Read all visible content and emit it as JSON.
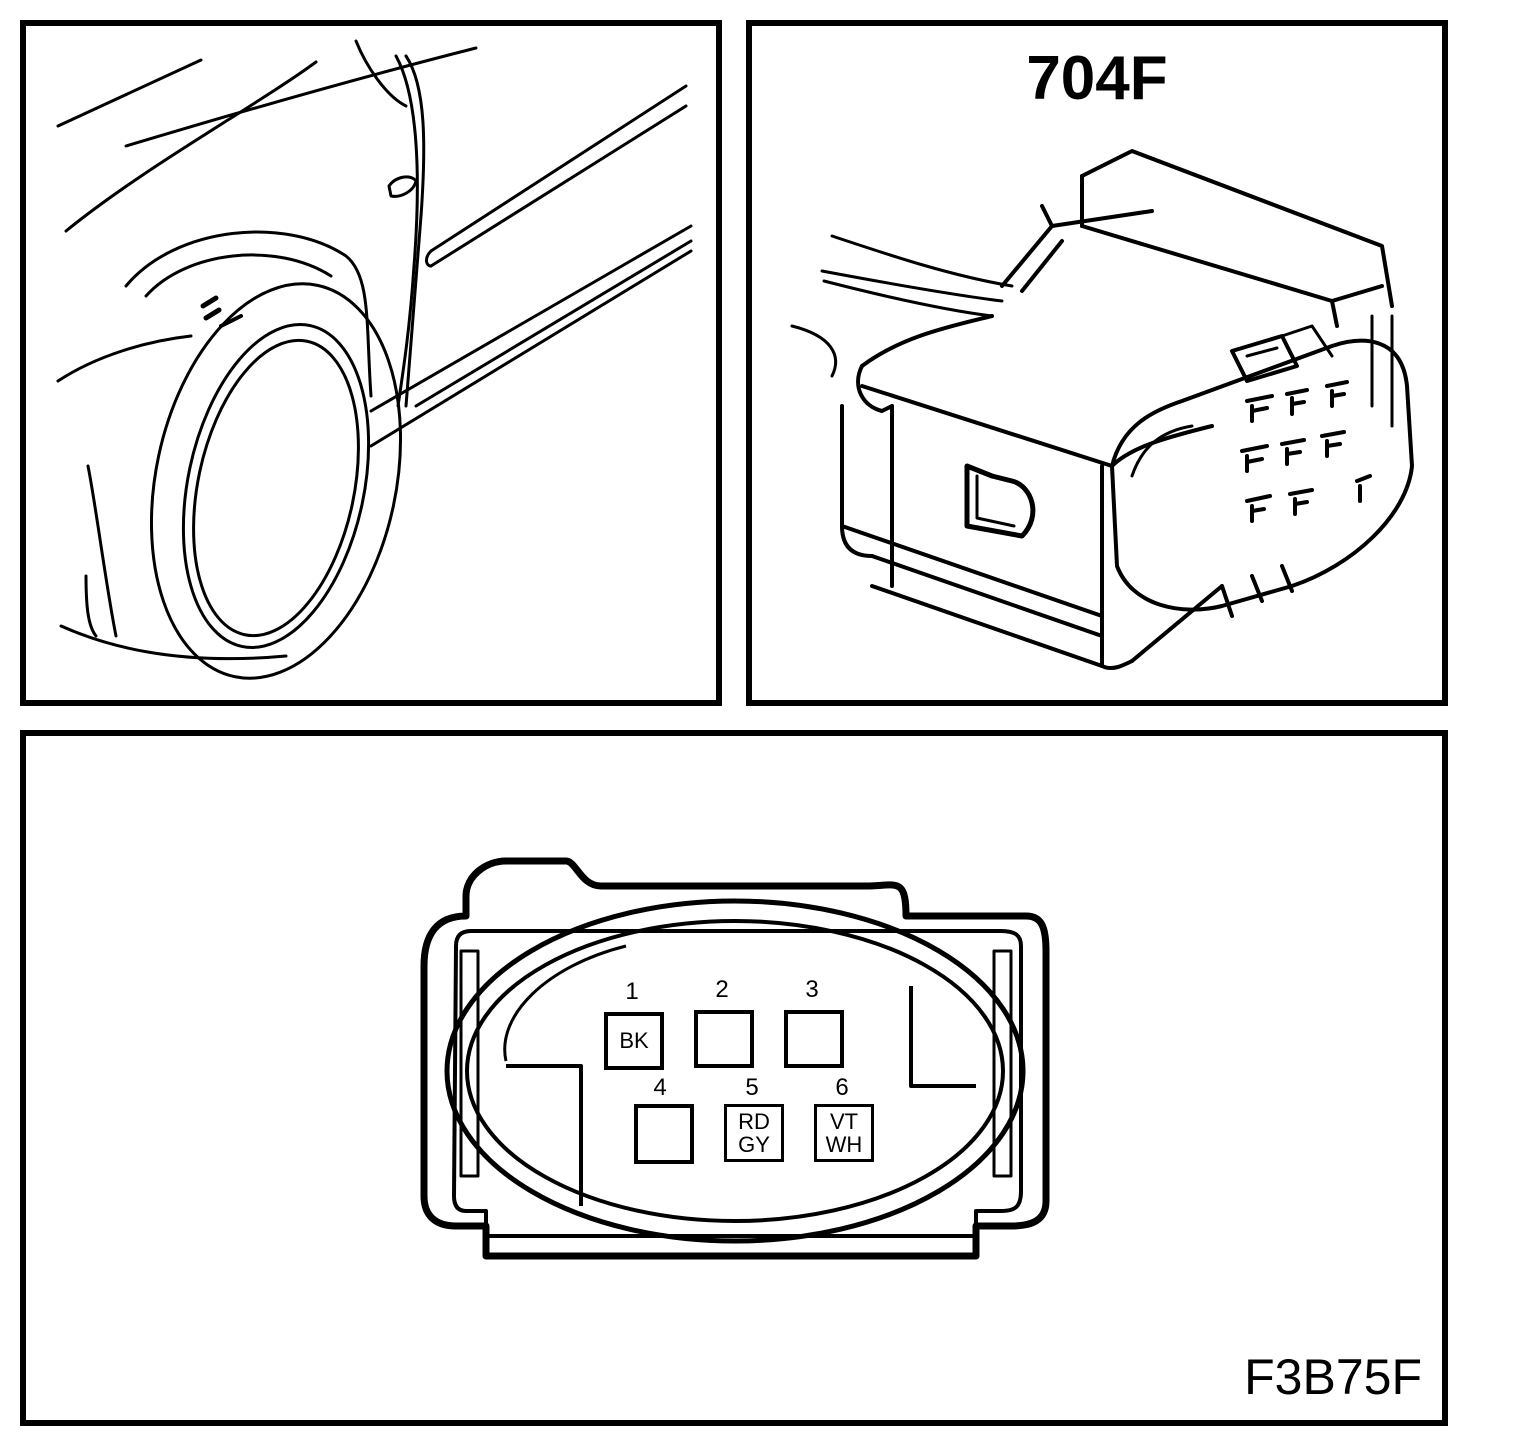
{
  "connector": {
    "id": "704F",
    "figure_code": "F3B75F"
  },
  "pins": [
    {
      "number": "1",
      "color_1": "BK",
      "color_2": ""
    },
    {
      "number": "2",
      "color_1": "",
      "color_2": ""
    },
    {
      "number": "3",
      "color_1": "",
      "color_2": ""
    },
    {
      "number": "4",
      "color_1": "",
      "color_2": ""
    },
    {
      "number": "5",
      "color_1": "RD",
      "color_2": "GY"
    },
    {
      "number": "6",
      "color_1": "VT",
      "color_2": "WH"
    }
  ],
  "colors": {
    "line": "#000000",
    "background": "#ffffff"
  }
}
